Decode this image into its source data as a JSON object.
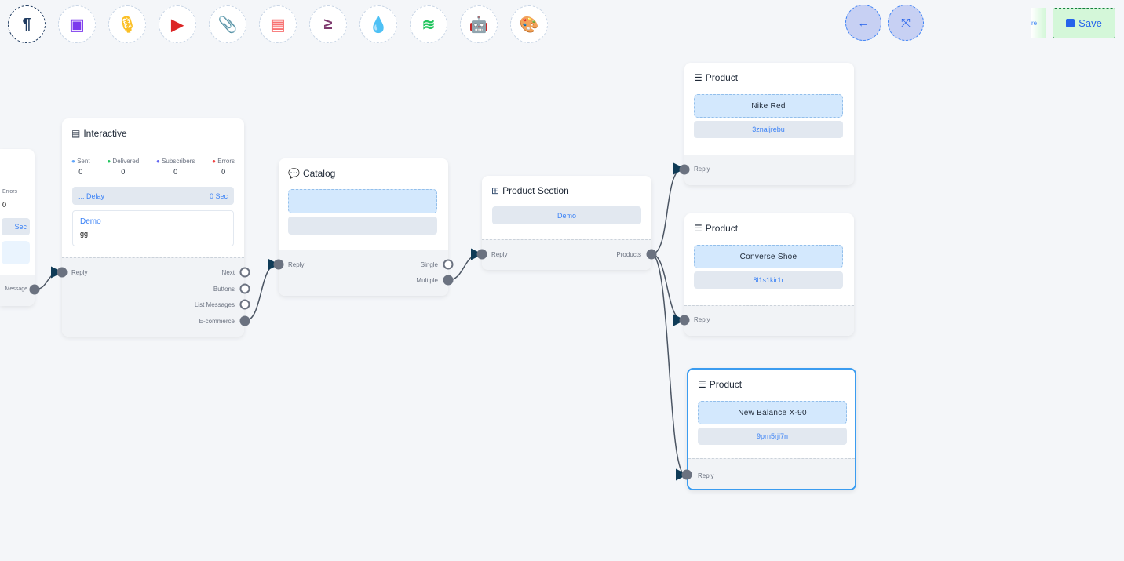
{
  "toolbar": {
    "icons": [
      {
        "name": "paragraph-icon",
        "glyph": "¶",
        "color": "#1e3a5f"
      },
      {
        "name": "image-icon",
        "glyph": "▣",
        "color": "#7c3aed"
      },
      {
        "name": "microphone-icon",
        "glyph": "🎙",
        "color": "#fbbf24"
      },
      {
        "name": "youtube-icon",
        "glyph": "▶",
        "color": "#dc2626"
      },
      {
        "name": "paperclip-icon",
        "glyph": "📎",
        "color": "#16a34a"
      },
      {
        "name": "newspaper-icon",
        "glyph": "▤",
        "color": "#f87171"
      },
      {
        "name": "greater-equal-icon",
        "glyph": "≥",
        "color": "#7e3a6e"
      },
      {
        "name": "droplet-icon",
        "glyph": "💧",
        "color": "#be123c"
      },
      {
        "name": "stack-icon",
        "glyph": "≋",
        "color": "#22c55e"
      },
      {
        "name": "robot-icon",
        "glyph": "🤖",
        "color": "#1d4ed8"
      },
      {
        "name": "palette-icon",
        "glyph": "🎨",
        "color": "#22c55e"
      }
    ],
    "back": "←",
    "compress": "⤧",
    "partial_label": "re",
    "save": "Save"
  },
  "left_node": {
    "errors_label": "Errors",
    "errors_value": "0",
    "delay_unit": "Sec",
    "output": "Message"
  },
  "interactive": {
    "title": "Interactive",
    "stats": [
      {
        "label": "Sent",
        "value": "0",
        "color": "#60a5fa"
      },
      {
        "label": "Delivered",
        "value": "0",
        "color": "#22c55e"
      },
      {
        "label": "Subscribers",
        "value": "0",
        "color": "#6366f1"
      },
      {
        "label": "Errors",
        "value": "0",
        "color": "#ef4444"
      }
    ],
    "delay_label": "... Delay",
    "delay_value": "0 Sec",
    "message_title": "Demo",
    "message_body": "gg",
    "input": "Reply",
    "outputs": [
      "Next",
      "Buttons",
      "List Messages",
      "E-commerce"
    ]
  },
  "catalog": {
    "title": "Catalog",
    "input": "Reply",
    "outputs": [
      "Single",
      "Multiple"
    ]
  },
  "product_section": {
    "title": "Product Section",
    "name": "Demo",
    "input": "Reply",
    "output": "Products"
  },
  "products": [
    {
      "title": "Product",
      "name": "Nike Red",
      "id": "3znaljrebu",
      "input": "Reply"
    },
    {
      "title": "Product",
      "name": "Converse Shoe",
      "id": "8l1s1kir1r",
      "input": "Reply"
    },
    {
      "title": "Product",
      "name": "New Balance X-90",
      "id": "9prn5rji7n",
      "input": "Reply",
      "selected": true
    }
  ]
}
